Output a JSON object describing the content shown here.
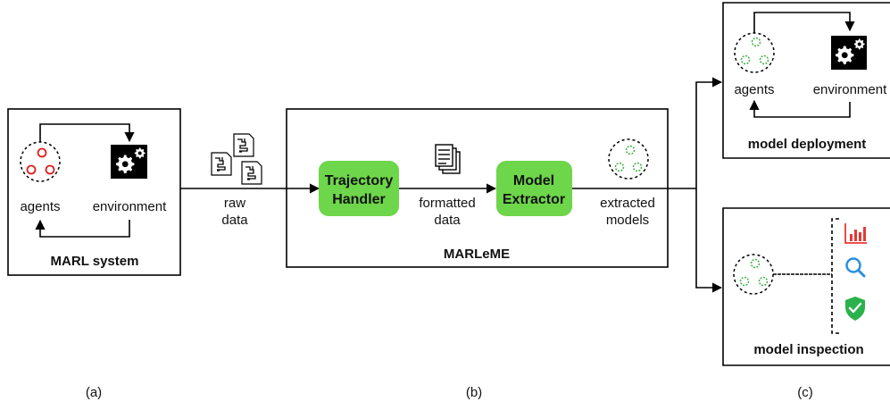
{
  "panel_a": {
    "title": "MARL system",
    "agents_label": "agents",
    "environment_label": "environment",
    "caption": "(a)"
  },
  "raw_data": {
    "line1": "raw",
    "line2": "data"
  },
  "panel_b": {
    "title": "MARLeME",
    "trajectory_handler": {
      "line1": "Trajectory",
      "line2": "Handler"
    },
    "formatted_data": {
      "line1": "formatted",
      "line2": "data"
    },
    "model_extractor": {
      "line1": "Model",
      "line2": "Extractor"
    },
    "extracted_models": {
      "line1": "extracted",
      "line2": "models"
    },
    "caption": "(b)"
  },
  "panel_c": {
    "deployment_title": "model deployment",
    "deployment_agents_label": "agents",
    "deployment_environment_label": "environment",
    "inspection_title": "model inspection",
    "inspection_icons": [
      "bar-chart-icon",
      "magnifier-icon",
      "shield-check-icon"
    ],
    "caption": "(c)"
  },
  "colors": {
    "green_box": "#6ed64a",
    "red_agent": "#e02020",
    "green_agent": "#3cb043",
    "chart_red": "#e53935",
    "search_blue": "#2a8fdc",
    "shield_green": "#2bb24c"
  }
}
